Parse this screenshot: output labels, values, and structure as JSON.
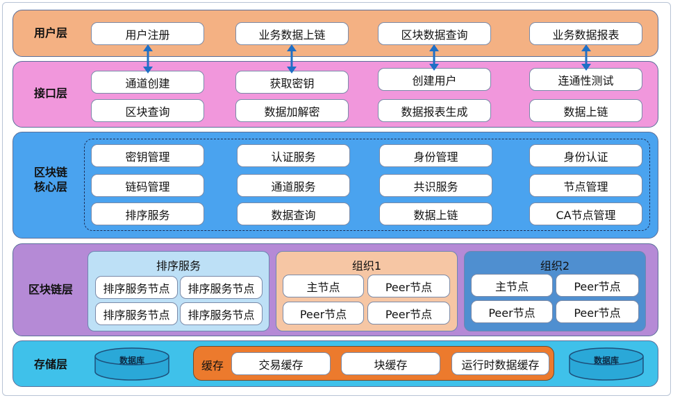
{
  "layers": {
    "user": {
      "label": "用户层",
      "items": [
        "用户注册",
        "业务数据上链",
        "区块数据查询",
        "业务数据报表"
      ]
    },
    "interface": {
      "label": "接口层",
      "row1": [
        "通道创建",
        "获取密钥",
        "创建用户",
        "连通性测试"
      ],
      "row2": [
        "区块查询",
        "数据加解密",
        "数据报表生成",
        "数据上链"
      ]
    },
    "core": {
      "label_line1": "区块链",
      "label_line2": "核心层",
      "row1": [
        "密钥管理",
        "认证服务",
        "身份管理",
        "身份认证"
      ],
      "row2": [
        "链码管理",
        "通道服务",
        "共识服务",
        "节点管理"
      ],
      "row3": [
        "排序服务",
        "数据查询",
        "数据上链",
        "CA节点管理"
      ]
    },
    "chain": {
      "label": "区块链层",
      "ordering": {
        "title": "排序服务",
        "nodes": [
          "排序服务节点",
          "排序服务节点",
          "排序服务节点",
          "排序服务节点"
        ]
      },
      "org1": {
        "title": "组织1",
        "nodes": [
          "主节点",
          "Peer节点",
          "Peer节点",
          "Peer节点"
        ]
      },
      "org2": {
        "title": "组织2",
        "nodes": [
          "主节点",
          "Peer节点",
          "Peer节点",
          "Peer节点"
        ]
      }
    },
    "storage": {
      "label": "存储层",
      "db_left": "数据库",
      "db_right": "数据库",
      "cache_label": "缓存",
      "caches": [
        "交易缓存",
        "块缓存",
        "运行时数据缓存"
      ]
    }
  },
  "colors": {
    "user_bg": "#f4b183",
    "interface_bg": "#f197dc",
    "core_bg": "#4aa3ef",
    "chain_bg": "#b58ad6",
    "storage_bg": "#3fc1ea",
    "ordering_panel": "#bde0f6",
    "org1_panel": "#f6c6a4",
    "org2_panel": "#4f8fd0",
    "arrow": "#1f6fc6",
    "db_fill": "#2aa8d8"
  }
}
